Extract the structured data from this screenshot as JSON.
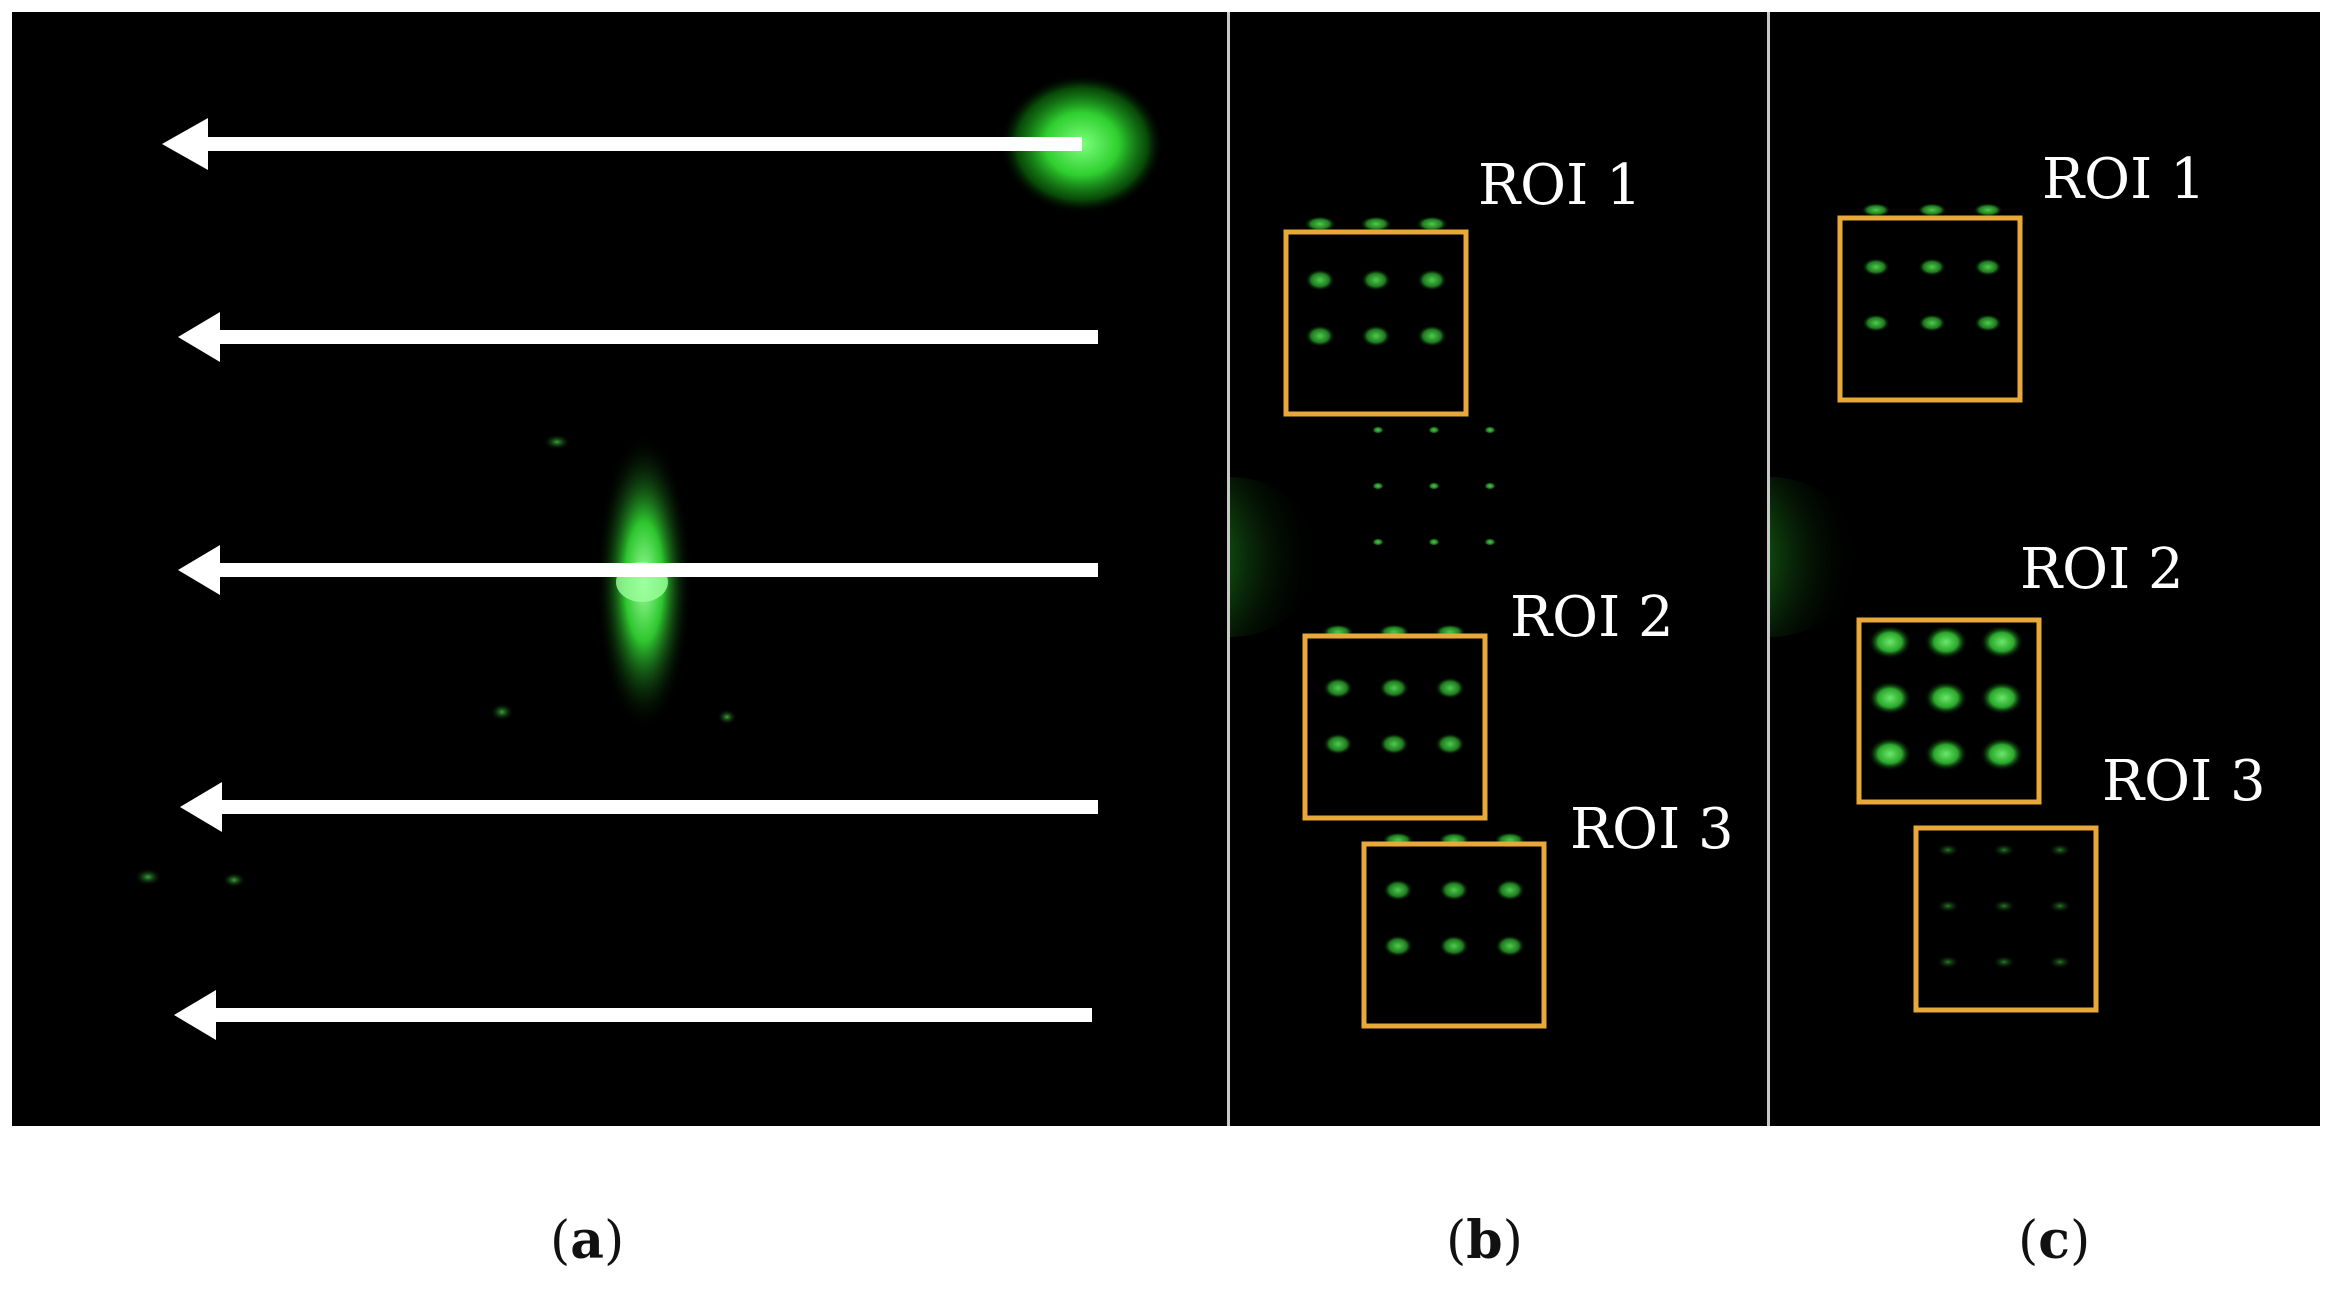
{
  "panels": {
    "a": {
      "caption_open": "(",
      "caption_letter": "a",
      "caption_close": ")",
      "arrow_count": 5
    },
    "b": {
      "caption_open": "(",
      "caption_letter": "b",
      "caption_close": ")",
      "rois": [
        {
          "label": "ROI 1"
        },
        {
          "label": "ROI 2"
        },
        {
          "label": "ROI 3"
        }
      ]
    },
    "c": {
      "caption_open": "(",
      "caption_letter": "c",
      "caption_close": ")",
      "rois": [
        {
          "label": "ROI 1"
        },
        {
          "label": "ROI 2"
        },
        {
          "label": "ROI 3"
        }
      ]
    }
  },
  "colors": {
    "background": "#000000",
    "fluorescence": "#2ecc40",
    "roi_box": "#e8a93a",
    "arrow": "#ffffff"
  }
}
